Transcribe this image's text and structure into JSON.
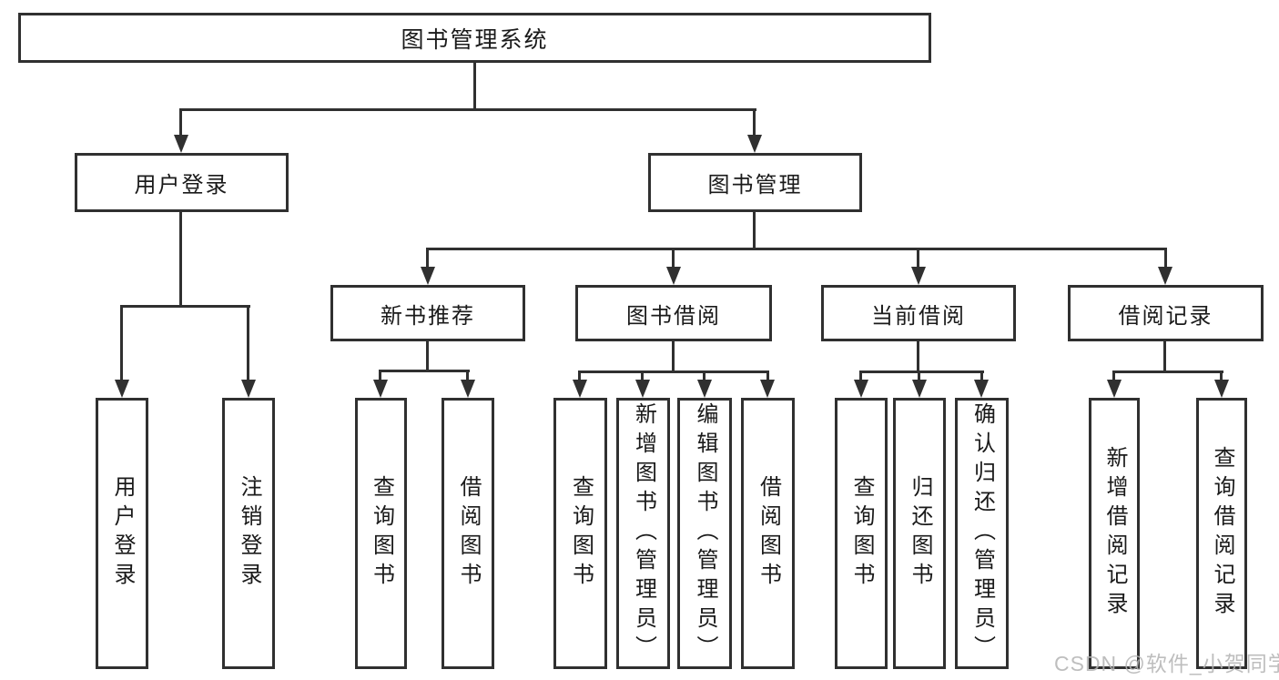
{
  "diagram": {
    "title": "图书管理系统",
    "branches": [
      {
        "label": "用户登录",
        "children": [
          "用户登录",
          "注销登录"
        ]
      },
      {
        "label": "图书管理",
        "groups": [
          {
            "label": "新书推荐",
            "children": [
              "查询图书",
              "借阅图书"
            ]
          },
          {
            "label": "图书借阅",
            "children": [
              "查询图书",
              "新增图书（管理员）",
              "编辑图书（管理员）",
              "借阅图书"
            ]
          },
          {
            "label": "当前借阅",
            "children": [
              "查询图书",
              "归还图书",
              "确认归还（管理员）"
            ]
          },
          {
            "label": "借阅记录",
            "children": [
              "新增借阅记录",
              "查询借阅记录"
            ]
          }
        ]
      }
    ]
  },
  "watermark": {
    "text": "CSDN @软件_小贺同学"
  },
  "colors": {
    "line": "#303030",
    "text": "#1a1a1a",
    "watermark": "#b3b3b3",
    "background": "#ffffff"
  }
}
